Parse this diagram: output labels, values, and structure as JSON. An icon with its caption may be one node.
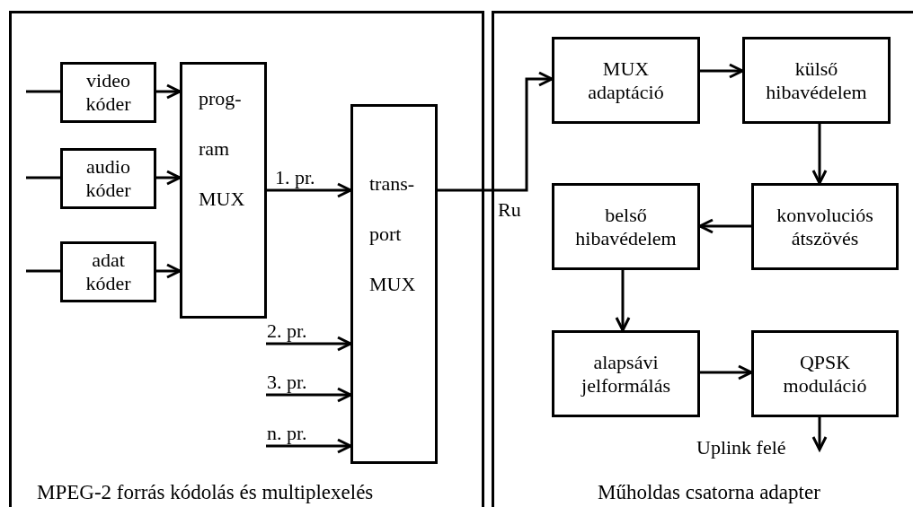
{
  "diagram": {
    "nodes": [
      {
        "text": [
          "MPEG-2 forrás kódolás és multiplexelés"
        ]
      },
      {
        "text": [
          "video kóder"
        ],
        "in": 0
      },
      {
        "text": [
          "audio kóder"
        ],
        "in": 0
      },
      {
        "text": [
          "adat kóder"
        ],
        "in": 0
      },
      {
        "text": [
          "prog- ram MUX"
        ],
        "in": 0
      },
      {
        "text": [
          "trans- port MUX"
        ],
        "in": 0
      },
      {
        "text": [
          "Műholdas csatorna adapter"
        ]
      },
      {
        "text": [
          "MUX adaptáció"
        ],
        "in": 6
      },
      {
        "text": [
          "külső hibavédelem"
        ],
        "in": 6
      },
      {
        "text": [
          "konvoluciós átszövés"
        ],
        "in": 6
      },
      {
        "text": [
          "belső hibavédelem"
        ],
        "in": 6
      },
      {
        "text": [
          "alapsávi jelformálás"
        ],
        "in": 6
      },
      {
        "text": [
          "QPSK moduláció"
        ],
        "in": 6
      }
    ],
    "edges": [
      {
        "from": null,
        "to": 1,
        "arrow": "none"
      },
      {
        "from": null,
        "to": 2,
        "arrow": "none"
      },
      {
        "from": null,
        "to": 3,
        "arrow": "none"
      },
      {
        "from": 1,
        "to": 4,
        "arrow": "to"
      },
      {
        "from": 2,
        "to": 4,
        "arrow": "to"
      },
      {
        "from": 3,
        "to": 4,
        "arrow": "to"
      },
      {
        "from": 4,
        "to": 5,
        "arrow": "to",
        "label": "1. pr."
      },
      {
        "from": null,
        "to": 5,
        "arrow": "to",
        "label": "2. pr."
      },
      {
        "from": null,
        "to": 5,
        "arrow": "to",
        "label": "3. pr."
      },
      {
        "from": null,
        "to": 5,
        "arrow": "to",
        "label": "n. pr."
      },
      {
        "from": 5,
        "to": 7,
        "arrow": "to",
        "label": "Ru"
      },
      {
        "from": 7,
        "to": 8,
        "arrow": "to"
      },
      {
        "from": 8,
        "to": 9,
        "arrow": "to"
      },
      {
        "from": 9,
        "to": 10,
        "arrow": "to"
      },
      {
        "from": 10,
        "to": 11,
        "arrow": "to"
      },
      {
        "from": 11,
        "to": 12,
        "arrow": "to"
      },
      {
        "from": 12,
        "to": null,
        "arrow": "to",
        "label": "Uplink felé"
      }
    ]
  }
}
